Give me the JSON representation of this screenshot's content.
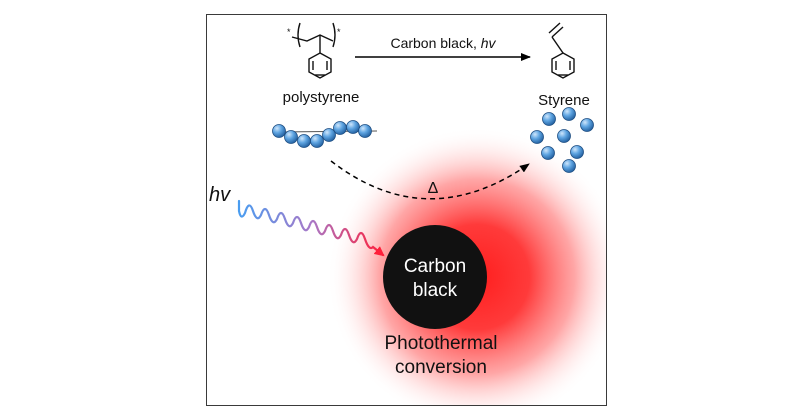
{
  "reaction": {
    "reactant_label": "polystyrene",
    "product_label": "Styrene",
    "conditions_prefix": "Carbon black, ",
    "conditions_light": "hv"
  },
  "process": {
    "heat_symbol": "Δ",
    "light_label": "hv",
    "particle_line1": "Carbon",
    "particle_line2": "black",
    "effect_line1": "Photothermal",
    "effect_line2": "conversion"
  },
  "colors": {
    "glow": "#ff2a2a",
    "particle": "#111111",
    "bead": "#3f8fd6",
    "wave_start": "#4a9df0",
    "wave_end": "#ff1f3a"
  }
}
